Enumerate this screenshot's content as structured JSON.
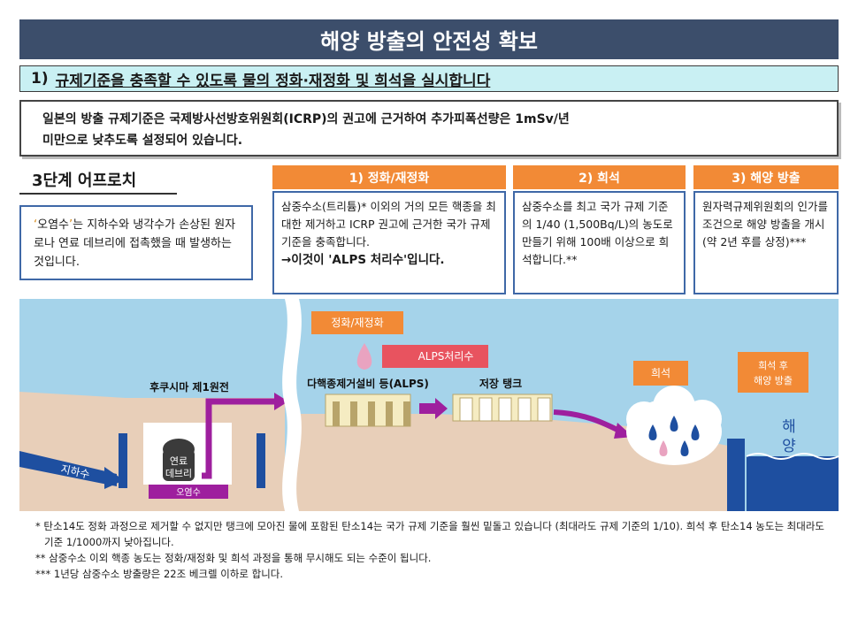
{
  "title": "해양 방출의 안전성 확보",
  "section": {
    "number": "1)",
    "text": "규제기준을 충족할 수 있도록 물의 정화·재정화 및 희석을 실시합니다"
  },
  "intro": {
    "line1": "일본의 방출 규제기준은 국제방사선방호위원회(ICRP)의 권고에 근거하여 추가피폭선량은 1mSv/년",
    "line2": "미만으로 낮추도록 설정되어 있습니다."
  },
  "approach": {
    "title": "3단계 어프로치",
    "open_quote": "‘",
    "term": "오염수",
    "close_quote": "’",
    "desc": "는 지하수와 냉각수가 손상된 원자로나 연료 데브리에 접촉했을 때 발생하는 것입니다."
  },
  "steps": [
    {
      "head": "1) 정화/재정화",
      "body": "삼중수소(트리튬)* 이외의 거의 모든 핵종을 최대한 제거하고 ICRP 권고에 근거한 국가 규제 기준을 충족합니다.",
      "emphasis": "→이것이 'ALPS 처리수'입니다."
    },
    {
      "head": "2) 희석",
      "body": "삼중수소를 최고 국가 규제 기준의 1/40 (1,500Bq/L)의 농도로 만들기 위해 100배 이상으로 희석합니다.**",
      "emphasis": ""
    },
    {
      "head": "3) 해양 방출",
      "body": "원자력규제위원회의 인가를 조건으로 해양 방출을 개시(약 2년 후를 상정)***",
      "emphasis": ""
    }
  ],
  "diagram": {
    "plant_label": "후쿠시마 제1원전",
    "groundwater": "지하수",
    "debris_line1": "연료",
    "debris_line2": "데브리",
    "contaminated": "오염수",
    "purify_tag": "정화/재정화",
    "alps_water_tag": "ALPS처리수",
    "alps_facility": "다핵종제거설비 등(ALPS)",
    "storage_tanks": "저장 탱크",
    "dilution_tag": "희석",
    "release_tag_line1": "희석 후",
    "release_tag_line2": "해양 방출",
    "ocean_line1": "해",
    "ocean_line2": "양",
    "colors": {
      "sky": "#a5d3ea",
      "ground": "#e8cfb9",
      "sea": "#1e4fa0",
      "orange": "#f28a36",
      "magenta": "#9e1f9e",
      "alps_red": "#e8535f"
    }
  },
  "footnotes": [
    "* 탄소14도 정화 과정으로 제거할 수 없지만 탱크에 모아진 물에 포함된 탄소14는 국가 규제 기준을 훨씬 밑돌고 있습니다 (최대라도 규제 기준의 1/10). 희석 후 탄소14 농도는 최대라도 기준 1/1000까지 낮아집니다.",
    "** 삼중수소 이외 핵종 농도는 정화/재정화 및 희석 과정을 통해 무시해도 되는 수준이 됩니다.",
    "*** 1년당 삼중수소 방출량은 22조 베크렐 이하로 합니다."
  ]
}
